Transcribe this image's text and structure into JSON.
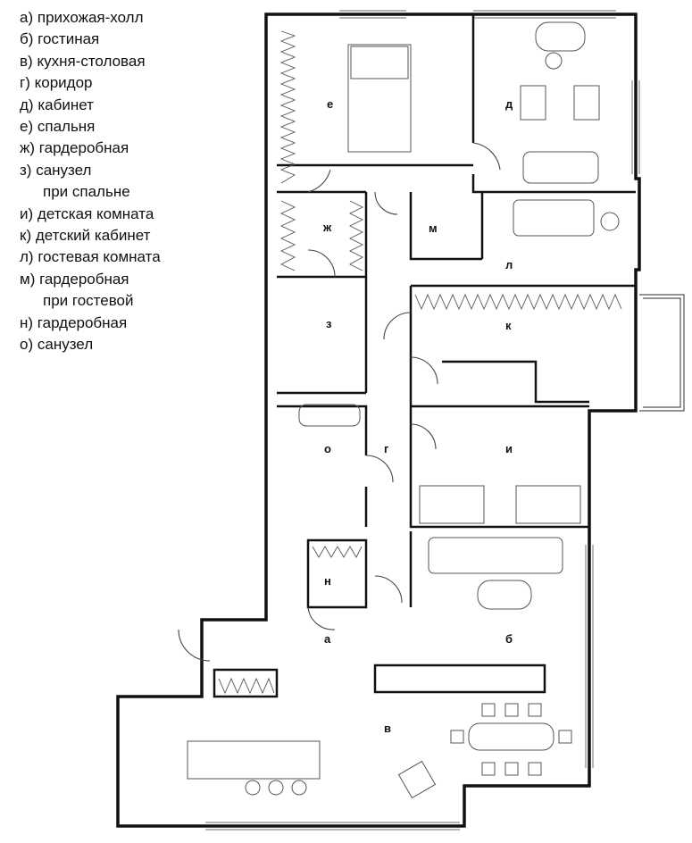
{
  "legend": [
    {
      "key": "а)",
      "text": "прихожая-холл"
    },
    {
      "key": "б)",
      "text": "гостиная"
    },
    {
      "key": "в)",
      "text": "кухня-столовая"
    },
    {
      "key": "г)",
      "text": "коридор"
    },
    {
      "key": "д)",
      "text": "кабинет"
    },
    {
      "key": "е)",
      "text": "спальня"
    },
    {
      "key": "ж)",
      "text": "гардеробная"
    },
    {
      "key": "з)",
      "text": "санузел",
      "text2": "при спальне"
    },
    {
      "key": "и)",
      "text": "детская комната"
    },
    {
      "key": "к)",
      "text": "детский кабинет"
    },
    {
      "key": "л)",
      "text": "гостевая комната"
    },
    {
      "key": "м)",
      "text": "гардеробная",
      "text2": "при гостевой"
    },
    {
      "key": "н)",
      "text": "гардеробная"
    },
    {
      "key": "о)",
      "text": "санузел"
    }
  ],
  "rooms": {
    "a": "а",
    "b": "б",
    "v": "в",
    "g": "г",
    "d": "д",
    "e": "е",
    "zh": "ж",
    "z": "з",
    "i": "и",
    "k": "к",
    "l": "л",
    "m": "м",
    "n": "н",
    "o": "о"
  },
  "colors": {
    "wall": "#111111",
    "line": "#333333",
    "background": "#ffffff"
  }
}
